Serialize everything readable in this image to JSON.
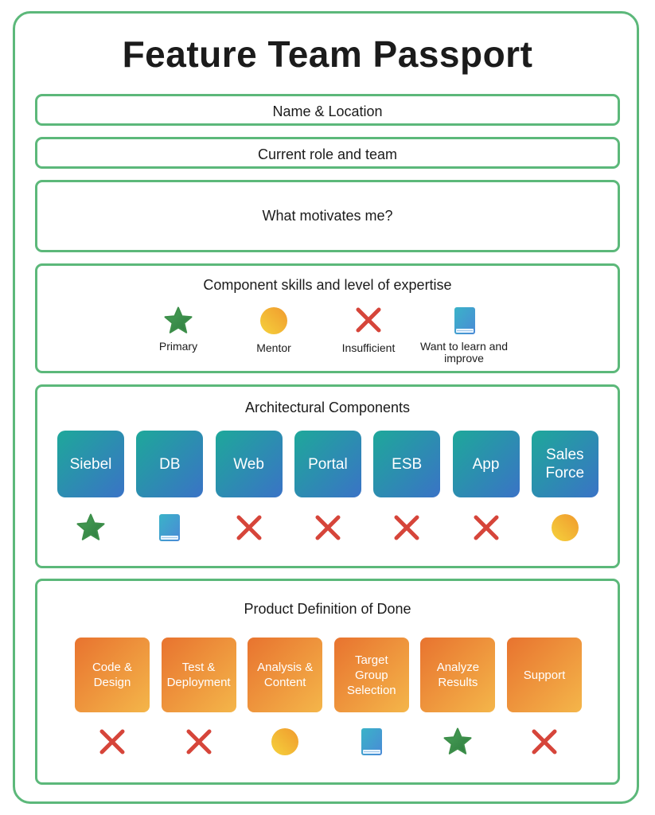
{
  "title": "Feature Team Passport",
  "fields": {
    "name_location": "Name & Location",
    "current_role": "Current role and team",
    "motivation": "What motivates me?"
  },
  "legend": {
    "heading": "Component skills and level of expertise",
    "items": [
      {
        "label": "Primary",
        "icon": "star-icon"
      },
      {
        "label": "Mentor",
        "icon": "circle-icon"
      },
      {
        "label": "Insufficient",
        "icon": "x-icon"
      },
      {
        "label": "Want to learn and improve",
        "icon": "book-icon"
      }
    ]
  },
  "architecture": {
    "heading": "Architectural Components",
    "components": [
      {
        "label": "Siebel",
        "level": "star-icon"
      },
      {
        "label": "DB",
        "level": "book-icon"
      },
      {
        "label": "Web",
        "level": "x-icon"
      },
      {
        "label": "Portal",
        "level": "x-icon"
      },
      {
        "label": "ESB",
        "level": "x-icon"
      },
      {
        "label": "App",
        "level": "x-icon"
      },
      {
        "label": "Sales Force",
        "level": "circle-icon"
      }
    ]
  },
  "definition_of_done": {
    "heading": "Product Definition of Done",
    "items": [
      {
        "label": "Code & Design",
        "level": "x-icon"
      },
      {
        "label": "Test & Deployment",
        "level": "x-icon"
      },
      {
        "label": "Analysis & Content",
        "level": "circle-icon"
      },
      {
        "label": "Target Group Selection",
        "level": "book-icon"
      },
      {
        "label": "Analyze Results",
        "level": "star-icon"
      },
      {
        "label": "Support",
        "level": "x-icon"
      }
    ]
  },
  "colors": {
    "border": "#5cb87a",
    "component_gradient": [
      "#1ea89a",
      "#3a73c6"
    ],
    "product_gradient": [
      "#e8732f",
      "#f4b64a"
    ],
    "star": "#3d8f4a",
    "mentor_circle": [
      "#f5c93b",
      "#f0a030"
    ],
    "cross": "#d6453a"
  }
}
